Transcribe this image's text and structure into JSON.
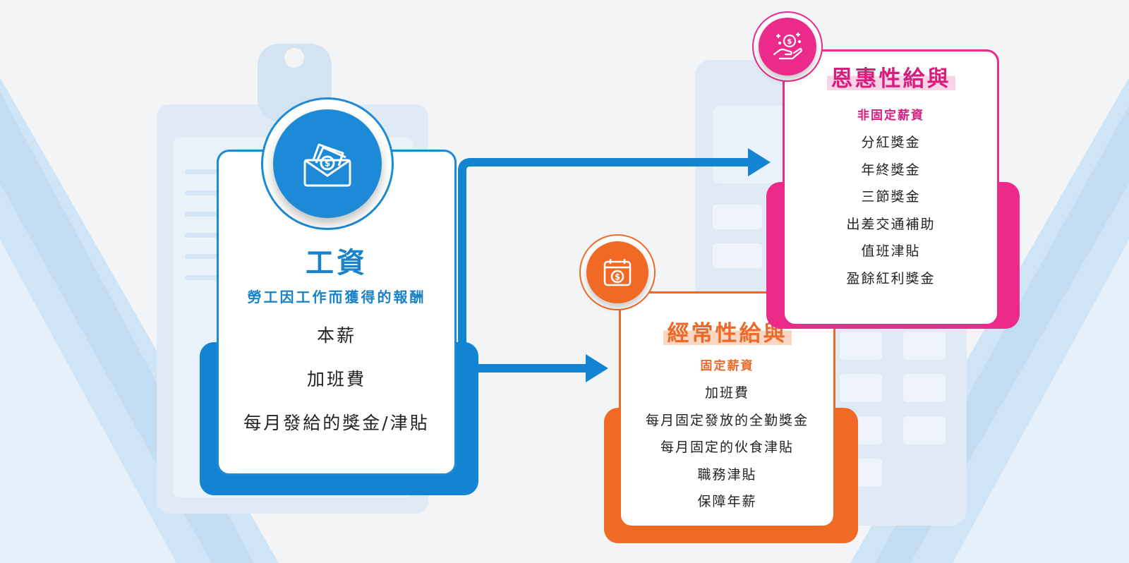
{
  "colors": {
    "wage": "#1c8ad6",
    "regular": "#f06a25",
    "bonus": "#ec2a8c",
    "background": "#f3f4f6"
  },
  "wage": {
    "icon": "money-envelope-icon",
    "title": "工資",
    "subtitle": "勞工因工作而獲得的報酬",
    "items": [
      "本薪",
      "加班費",
      "每月發給的獎金/津貼"
    ]
  },
  "regular": {
    "icon": "calendar-dollar-icon",
    "title": "經常性給與",
    "subtitle": "固定薪資",
    "items": [
      "加班費",
      "每月固定發放的全勤獎金",
      "每月固定的伙食津貼",
      "職務津貼",
      "保障年薪"
    ]
  },
  "bonus": {
    "icon": "hand-coin-icon",
    "title": "恩惠性給與",
    "subtitle": "非固定薪資",
    "items": [
      "分紅獎金",
      "年終獎金",
      "三節獎金",
      "出差交通補助",
      "值班津貼",
      "盈餘紅利獎金"
    ]
  }
}
